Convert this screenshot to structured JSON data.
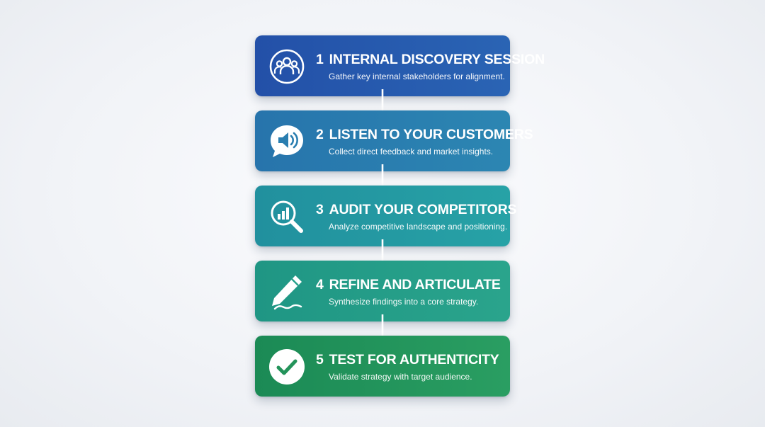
{
  "steps": [
    {
      "number": "1",
      "title": "INTERNAL DISCOVERY SESSION",
      "description": "Gather key internal stakeholders for alignment.",
      "icon": "people-group-icon",
      "color_start": "#2350a8",
      "color_end": "#2a64b4"
    },
    {
      "number": "2",
      "title": "LISTEN TO YOUR CUSTOMERS",
      "description": "Collect direct feedback and market insights.",
      "icon": "speaker-bubble-icon",
      "color_start": "#2774ac",
      "color_end": "#2c86b2"
    },
    {
      "number": "3",
      "title": "AUDIT YOUR COMPETITORS",
      "description": "Analyze competitive landscape and positioning.",
      "icon": "magnifier-chart-icon",
      "color_start": "#21909e",
      "color_end": "#27a2a6"
    },
    {
      "number": "4",
      "title": "REFINE AND ARTICULATE",
      "description": "Synthesize findings into a core strategy.",
      "icon": "pencil-icon",
      "color_start": "#1f9684",
      "color_end": "#2aa48c"
    },
    {
      "number": "5",
      "title": "TEST FOR AUTHENTICITY",
      "description": "Validate strategy with target audience.",
      "icon": "checkmark-circle-icon",
      "color_start": "#1b8a55",
      "color_end": "#2a9e62"
    }
  ]
}
